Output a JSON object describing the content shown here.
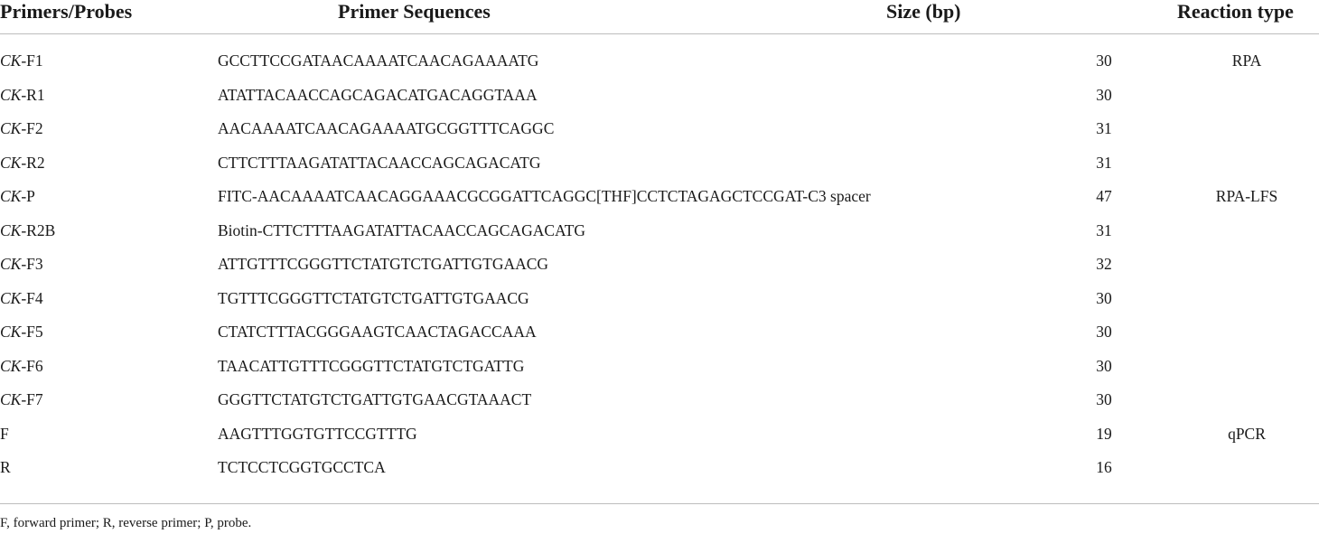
{
  "table": {
    "headers": {
      "primer": "Primers/Probes",
      "sequence": "Primer Sequences",
      "size": "Size (bp)",
      "type": "Reaction type"
    },
    "rows": [
      {
        "prefix": "CK",
        "suffix": "-F1",
        "sequence": "GCCTTCCGATAACAAAATCAACAGAAAATG",
        "size": "30",
        "type": "RPA"
      },
      {
        "prefix": "CK",
        "suffix": "-R1",
        "sequence": "ATATTACAACCAGCAGACATGACAGGTAAA",
        "size": "30",
        "type": ""
      },
      {
        "prefix": "CK",
        "suffix": "-F2",
        "sequence": "AACAAAATCAACAGAAAATGCGGTTTCAGGC",
        "size": "31",
        "type": ""
      },
      {
        "prefix": "CK",
        "suffix": "-R2",
        "sequence": "CTTCTTTAAGATATTACAACCAGCAGACATG",
        "size": "31",
        "type": ""
      },
      {
        "prefix": "CK",
        "suffix": "-P",
        "sequence": "FITC-AACAAAATCAACAGGAAACGCGGATTCAGGC[THF]CCTCTAGAGCTCCGAT-C3 spacer",
        "size": "47",
        "type": "RPA-LFS"
      },
      {
        "prefix": "CK",
        "suffix": "-R2B",
        "sequence": "Biotin-CTTCTTTAAGATATTACAACCAGCAGACATG",
        "size": "31",
        "type": ""
      },
      {
        "prefix": "CK",
        "suffix": "-F3",
        "sequence": "ATTGTTTCGGGTTCTATGTCTGATTGTGAACG",
        "size": "32",
        "type": ""
      },
      {
        "prefix": "CK",
        "suffix": "-F4",
        "sequence": "TGTTTCGGGTTCTATGTCTGATTGTGAACG",
        "size": "30",
        "type": ""
      },
      {
        "prefix": "CK",
        "suffix": "-F5",
        "sequence": "CTATCTTTACGGGAAGTCAACTAGACCAAA",
        "size": "30",
        "type": ""
      },
      {
        "prefix": "CK",
        "suffix": "-F6",
        "sequence": "TAACATTGTTTCGGGTTCTATGTCTGATTG",
        "size": "30",
        "type": ""
      },
      {
        "prefix": "CK",
        "suffix": "-F7",
        "sequence": "GGGTTCTATGTCTGATTGTGAACGTAAACT",
        "size": "30",
        "type": ""
      },
      {
        "prefix": "",
        "suffix": "F",
        "sequence": "AAGTTTGGTGTTCCGTTTG",
        "size": "19",
        "type": "qPCR"
      },
      {
        "prefix": "",
        "suffix": "R",
        "sequence": "TCTCCTCGGTGCCTCA",
        "size": "16",
        "type": ""
      }
    ]
  },
  "footnote": "F, forward primer; R, reverse primer; P, probe."
}
